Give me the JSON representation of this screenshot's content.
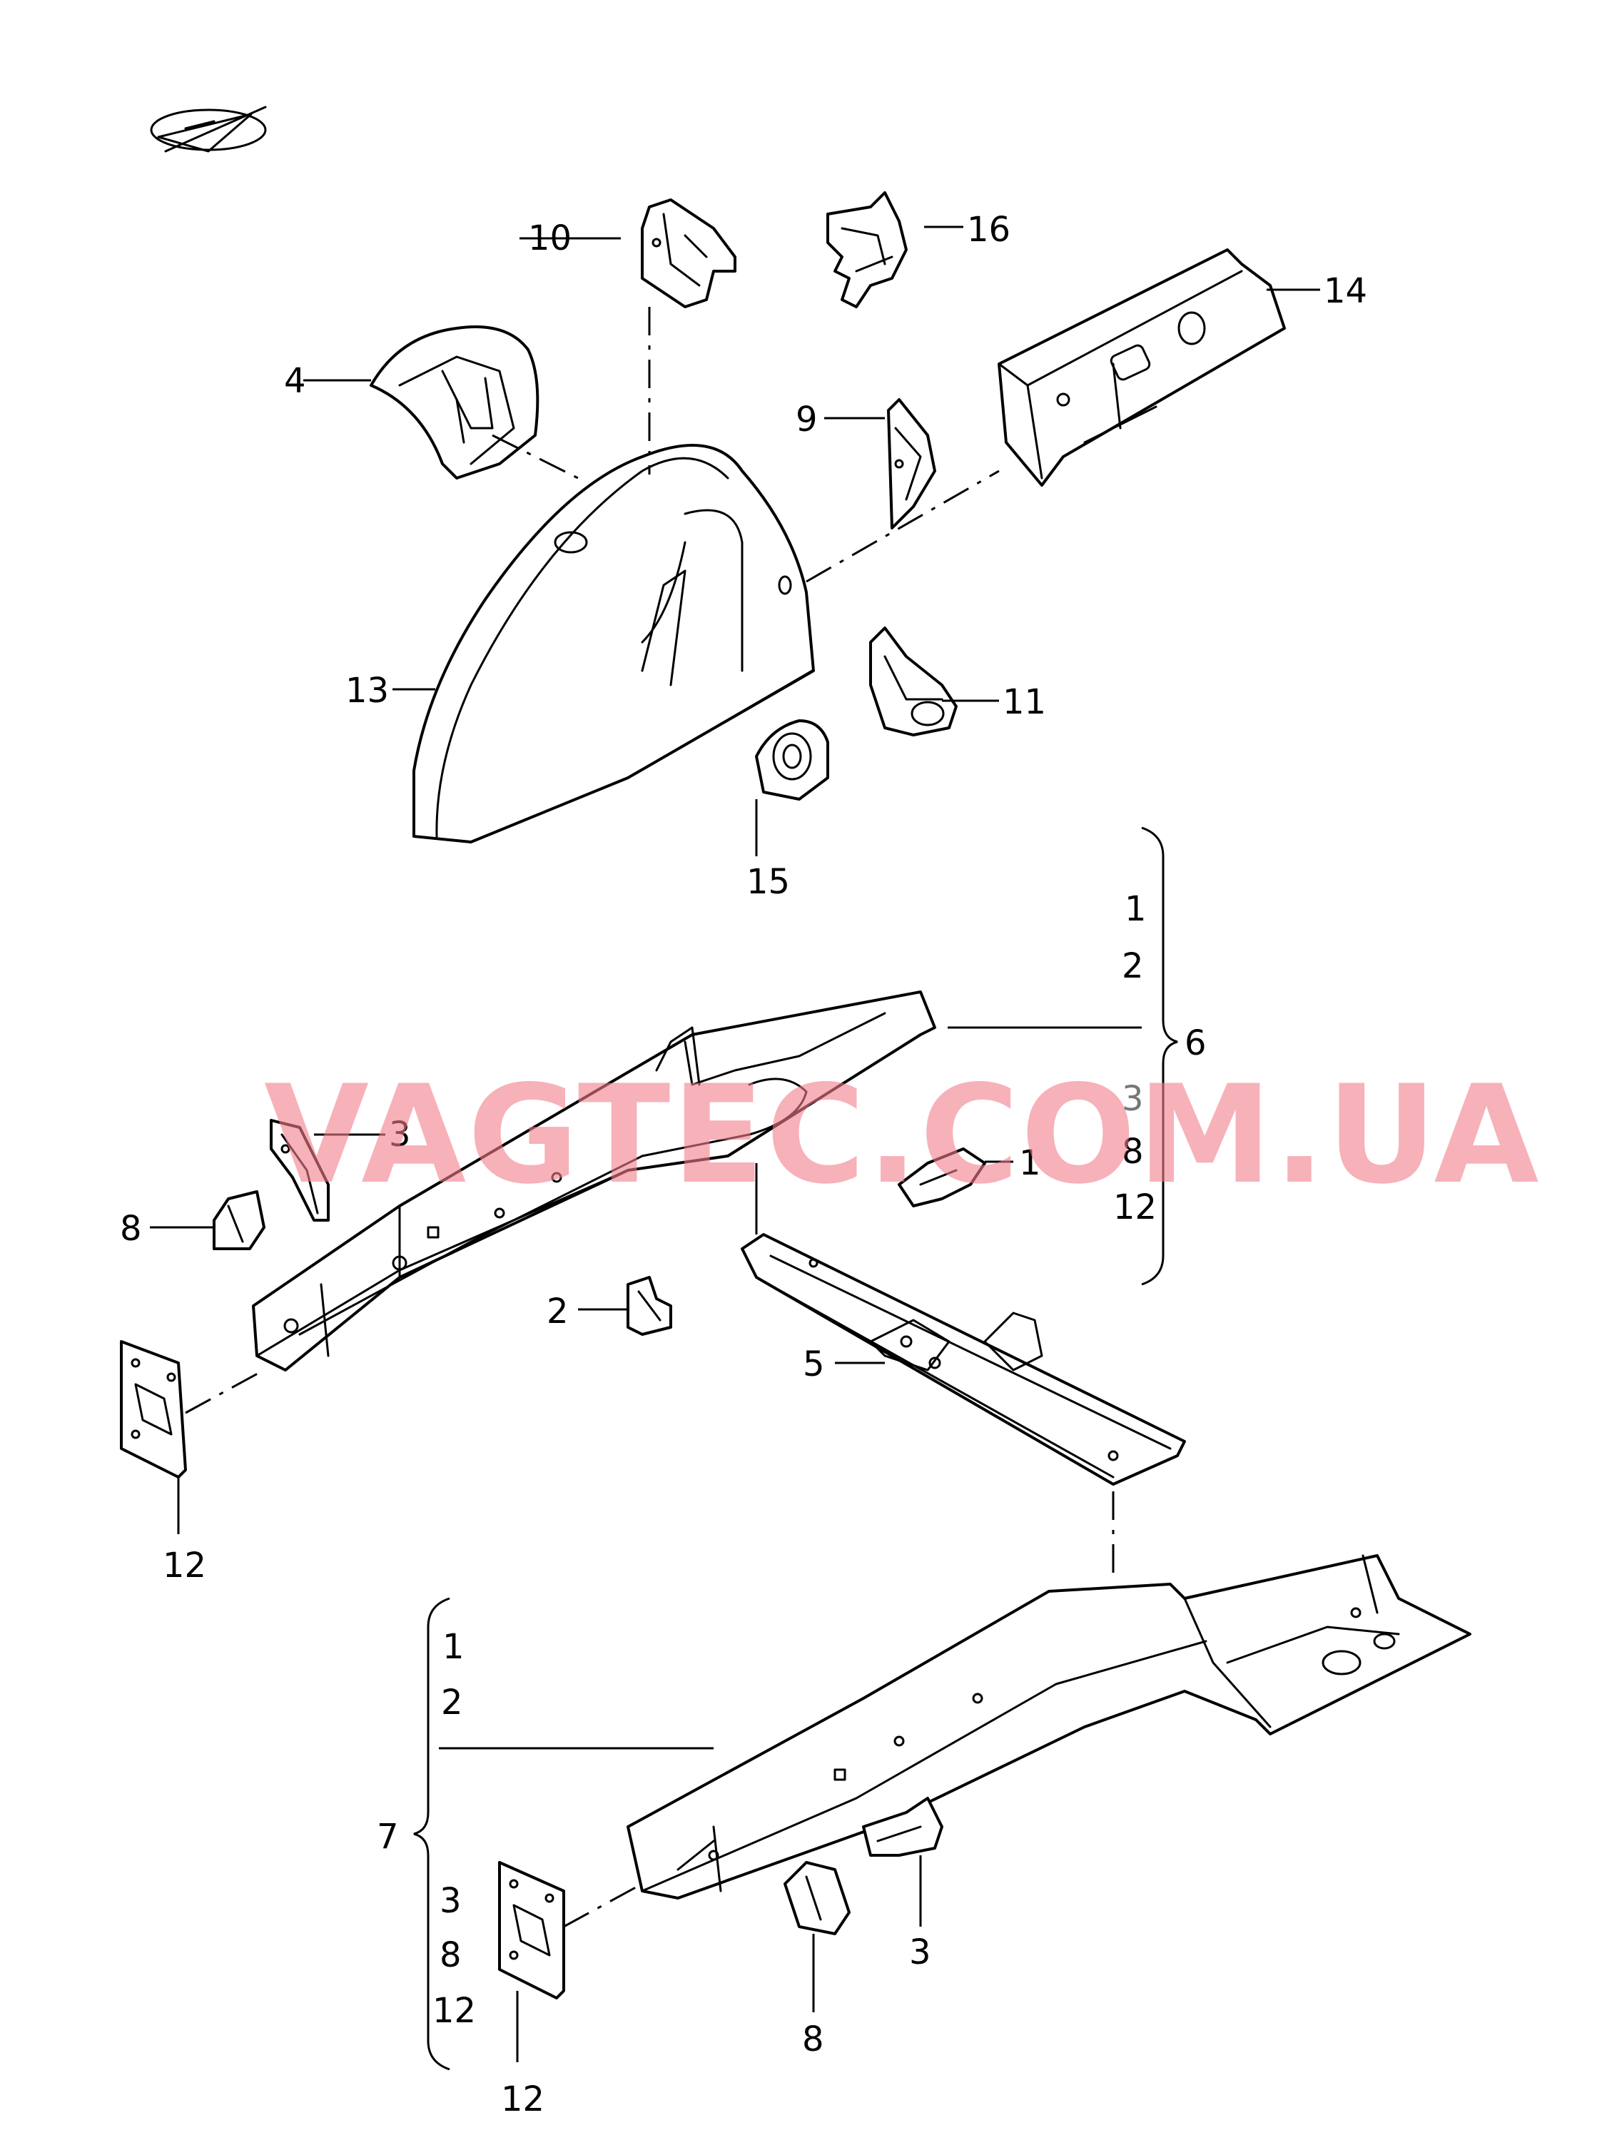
{
  "watermark": "VAGTEC.COM.UA",
  "labels": {
    "l10": "10",
    "l16": "16",
    "l14": "14",
    "l4": "4",
    "l9": "9",
    "l13": "13",
    "l11": "11",
    "l15": "15",
    "g6_1": "1",
    "g6_2": "2",
    "g6": "6",
    "g6_3": "3",
    "g6_8": "8",
    "g6_12": "12",
    "mid_3": "3",
    "mid_8": "8",
    "mid_1": "1",
    "mid_2": "2",
    "mid_5": "5",
    "mid_12": "12",
    "g7_1": "1",
    "g7_2": "2",
    "g7": "7",
    "g7_3": "3",
    "g7_8": "8",
    "g7_12": "12",
    "bot_12": "12",
    "bot_8": "8",
    "bot_3": "3"
  },
  "colors": {
    "line": "#000000",
    "watermark": "#f27d8a",
    "muted": "#777777"
  },
  "icons": [
    "direction-arrow-icon"
  ]
}
